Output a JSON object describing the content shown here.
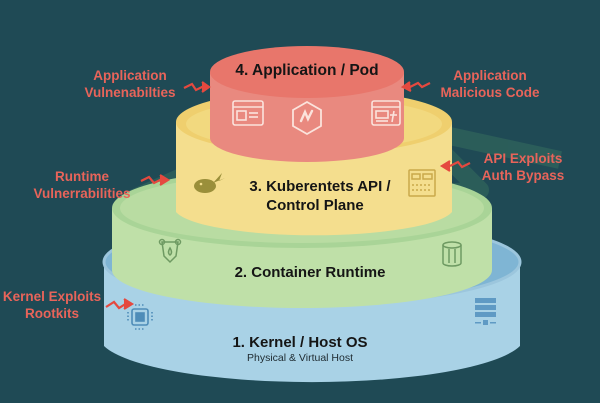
{
  "diagram": {
    "type": "stacked-layer-cylinders",
    "colors": {
      "background": "#1f4a55",
      "threat_text": "#e8645a",
      "layer_4": "#e8766b",
      "layer_3": "#f4de8e",
      "layer_2": "#bfe0a8",
      "layer_1": "#a9d2e6"
    },
    "layers": [
      {
        "id": "application-pod",
        "title": "4. Application / Pod",
        "icons": [
          "browser-window-icon",
          "hexagon-logo-icon",
          "browser-edit-icon"
        ]
      },
      {
        "id": "kubernetes-api",
        "title_line1": "3. Kuberentets API /",
        "title_line2": "Control Plane",
        "icons": [
          "whale-icon",
          "control-panel-icon"
        ]
      },
      {
        "id": "container-runtime",
        "title": "2. Container Runtime",
        "icons": [
          "bear-shield-icon",
          "storage-cylinder-icon"
        ]
      },
      {
        "id": "kernel-host",
        "title": "1. Kernel / Host OS",
        "subtitle": "Physical & Virtual Host",
        "icons": [
          "cpu-chip-icon",
          "server-rack-icon"
        ]
      }
    ],
    "threats": {
      "app_vuln": {
        "line1": "Application",
        "line2": "Vulnenabilties"
      },
      "app_malicious": {
        "line1": "Application",
        "line2": "Malicious Code"
      },
      "runtime_vuln": {
        "line1": "Runtime",
        "line2": "Vulnerrabilities"
      },
      "api_exploits": {
        "line1": "API Exploits",
        "line2": "Auth Bypass"
      },
      "kernel_exploits": {
        "line1": "Kernel Exploits",
        "line2": "Rootkits"
      }
    }
  }
}
